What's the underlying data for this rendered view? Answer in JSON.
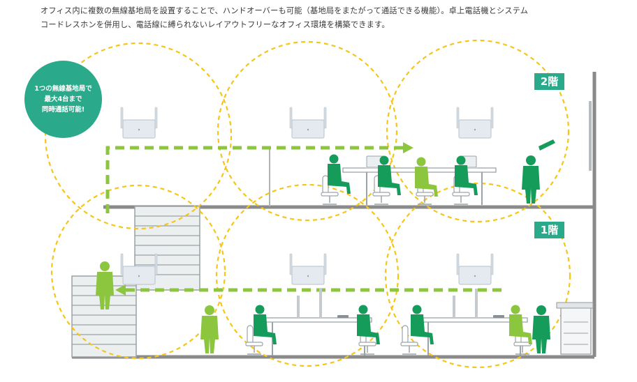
{
  "intro": {
    "line1": "オフィス内に複数の無線基地局を設置することで、ハンドオーバーも可能（基地局をまたがって通話できる機能）。卓上電話機とシステム",
    "line2": "コードレスホンを併用し、電話線に縛られないレイアウトフリーなオフィス環境を構築できます。"
  },
  "badge": {
    "line1": "1つの無線基地局で",
    "line2": "最大4台まで",
    "line3": "同時通話可能!"
  },
  "floors": {
    "upper": "2階",
    "lower": "1階"
  },
  "colors": {
    "coverage_circle": "#f5c518",
    "route_arrow": "#8cc63f",
    "person": "#169c5a",
    "person_light": "#8cc63f",
    "label_bg": "#2aaa8a",
    "building": "#8a8a8a"
  },
  "icons": {
    "base_station": "wireless-base-station",
    "person": "person-silhouette"
  }
}
